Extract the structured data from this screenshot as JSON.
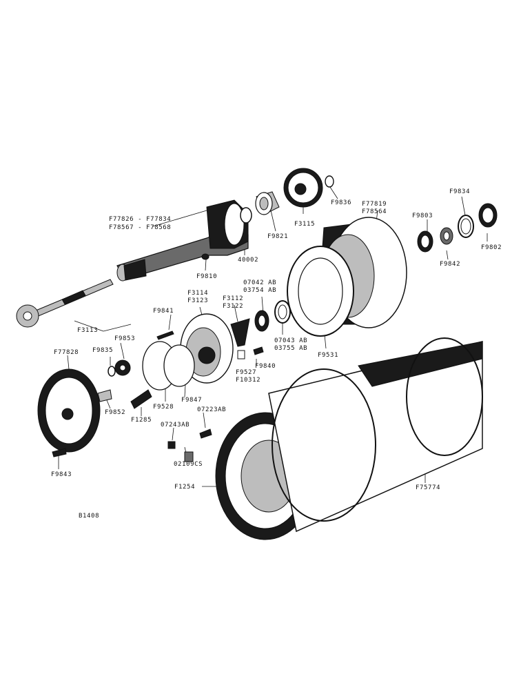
{
  "labels": {
    "f77826": "F77826 - F77834",
    "f78567": "F78567 - F78568",
    "f3113": "F3113",
    "f9810": "F9810",
    "n40002": "40002",
    "f9821": "F9821",
    "f3115": "F3115",
    "f9836": "F9836",
    "f77819": "F77819",
    "f78564": "F78564",
    "f9834": "F9834",
    "f9803": "F9803",
    "f9802": "F9802",
    "f9842": "F9842",
    "n07042": "07042 AB",
    "n03754": "03754 AB",
    "f3112": "F3112",
    "f3122": "F3122",
    "f3114": "F3114",
    "f3123": "F3123",
    "f9841": "F9841",
    "f9853": "F9853",
    "f9835": "F9835",
    "f77828": "F77828",
    "n07043": "07043 AB",
    "n03755": "03755 AB",
    "f9531": "F9531",
    "f9840": "F9840",
    "f9527": "F9527",
    "f10312": "F10312",
    "f9528": "F9528",
    "f9847": "F9847",
    "f9852": "F9852",
    "f1285": "F1285",
    "n07223": "07223AB",
    "n07243": "07243AB",
    "n02109": "02109CS",
    "f9843": "F9843",
    "f1254": "F1254",
    "f75774": "F75774",
    "b1408": "B1408"
  }
}
